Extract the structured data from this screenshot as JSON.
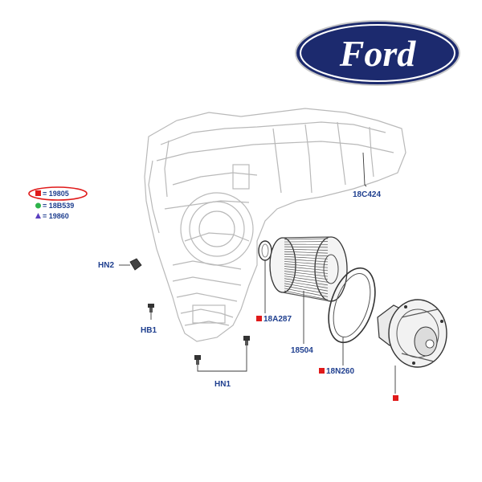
{
  "logo": {
    "text": "Ford",
    "color": "#1c2a6e"
  },
  "legend": {
    "items": [
      {
        "symbol": "square",
        "color": "#e01a1a",
        "text": "= 19805"
      },
      {
        "symbol": "circle",
        "color": "#2db34a",
        "text": "= 18B539"
      },
      {
        "symbol": "triangle",
        "color": "#5a3fbf",
        "text": "= 19860"
      }
    ],
    "highlight_color": "#e01a1a"
  },
  "callouts": {
    "housing": "18C424",
    "hn2": "HN2",
    "hb1": "HB1",
    "hn1": "HN1",
    "seal": "18A287",
    "wheel": "18504",
    "gasket": "18N260"
  },
  "marker_color": "#e01a1a",
  "label_color": "#1f3f8f"
}
